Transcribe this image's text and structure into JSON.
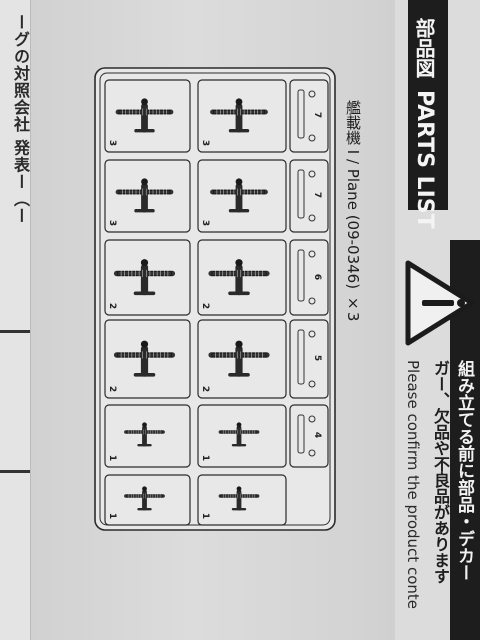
{
  "left_page": {
    "text": "ーグの対照会社 発表ー（ー"
  },
  "header": {
    "title_jp": "部品図",
    "title_en": "PARTS LIST"
  },
  "warning": {
    "icon": "warning-triangle-icon",
    "line1": "組み立てる前に部品・デカー",
    "line2": "ガー、欠品や不良品があります",
    "line3": "Please confirm the product conte"
  },
  "sprue": {
    "label": "艦載機 I / Plane (09-0346) ×3",
    "rows": [
      {
        "number": "3",
        "parts": [
          {
            "number": "3"
          },
          {
            "number": "3"
          },
          {
            "number": "7"
          }
        ]
      },
      {
        "number": "3",
        "parts": [
          {
            "number": "3"
          },
          {
            "number": "3"
          },
          {
            "number": "7"
          }
        ]
      },
      {
        "number": "2",
        "parts": [
          {
            "number": "2"
          },
          {
            "number": "2"
          },
          {
            "number": "6"
          }
        ]
      },
      {
        "number": "2",
        "parts": [
          {
            "number": "2"
          },
          {
            "number": "2"
          },
          {
            "number": "5"
          }
        ]
      },
      {
        "number": "1",
        "parts": [
          {
            "number": "1"
          },
          {
            "number": "1"
          },
          {
            "number": "4"
          }
        ]
      },
      {
        "number": "1",
        "parts": [
          {
            "number": "1"
          },
          {
            "number": "1"
          }
        ]
      }
    ]
  }
}
